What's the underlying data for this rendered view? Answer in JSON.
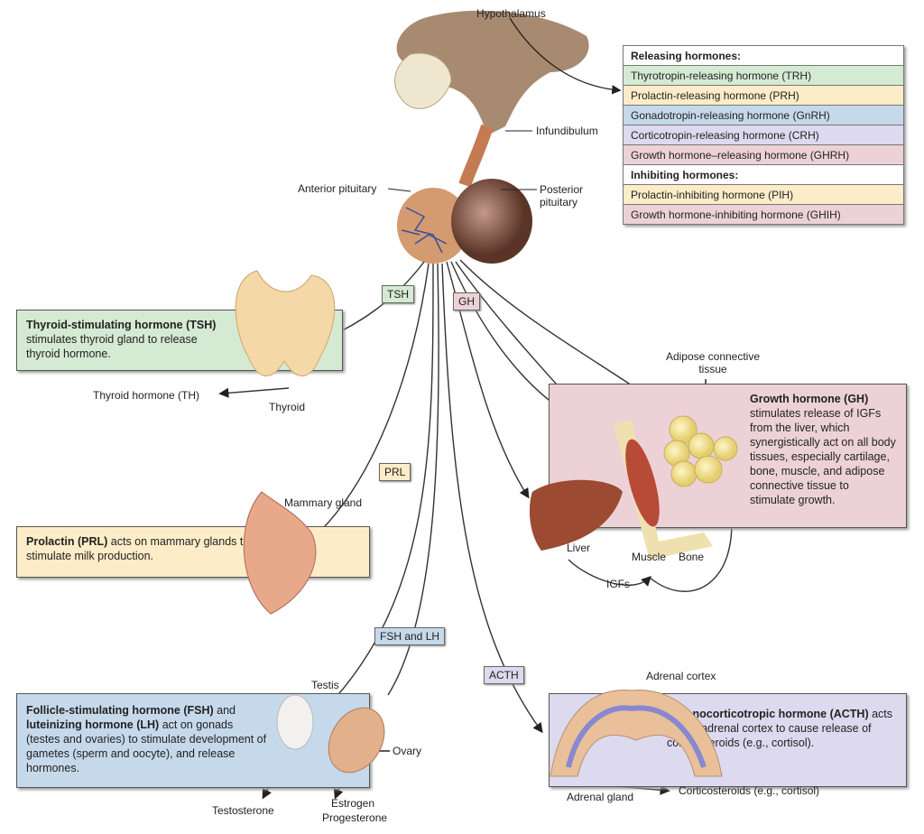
{
  "colors": {
    "green": "#d5ead2",
    "yellow": "#fcecc8",
    "blue": "#c5d9eb",
    "lavender": "#ddd9ee",
    "pink": "#ecd2d6",
    "white": "#ffffff"
  },
  "labels": {
    "hypothalamus": "Hypothalamus",
    "infundibulum": "Infundibulum",
    "anterior_pituitary": "Anterior pituitary",
    "posterior_pituitary": "Posterior pituitary",
    "thyroid_hormone": "Thyroid hormone (TH)",
    "thyroid": "Thyroid",
    "adipose": "Adipose connective tissue",
    "liver": "Liver",
    "muscle": "Muscle",
    "bone": "Bone",
    "igfs": "IGFs",
    "mammary_gland": "Mammary gland",
    "testis": "Testis",
    "ovary": "Ovary",
    "testosterone": "Testosterone",
    "estrogen": "Estrogen",
    "progesterone": "Progesterone",
    "adrenal_cortex": "Adrenal cortex",
    "adrenal_gland": "Adrenal gland",
    "corticosteroids": "Corticosteroids (e.g., cortisol)"
  },
  "tags": {
    "tsh": "TSH",
    "gh": "GH",
    "prl": "PRL",
    "fsh_lh": "FSH and LH",
    "acth": "ACTH"
  },
  "hormone_table": {
    "releasing_header": "Releasing hormones:",
    "releasing": [
      {
        "name": "Thyrotropin-releasing hormone (TRH)",
        "color": "#d5ead2"
      },
      {
        "name": "Prolactin-releasing hormone (PRH)",
        "color": "#fcecc8"
      },
      {
        "name": "Gonadotropin-releasing hormone (GnRH)",
        "color": "#c5d9eb"
      },
      {
        "name": "Corticotropin-releasing hormone (CRH)",
        "color": "#ddd9ee"
      },
      {
        "name": "Growth hormone–releasing hormone (GHRH)",
        "color": "#ecd2d6"
      }
    ],
    "inhibiting_header": "Inhibiting hormones:",
    "inhibiting": [
      {
        "name": "Prolactin-inhibiting hormone (PIH)",
        "color": "#fcecc8"
      },
      {
        "name": "Growth hormone-inhibiting hormone (GHIH)",
        "color": "#ecd2d6"
      }
    ]
  },
  "boxes": {
    "tsh": {
      "bold": "Thyroid-stimulating hormone (TSH)",
      "text": " stimulates thyroid gland to release thyroid hormone."
    },
    "gh": {
      "bold": "Growth hormone (GH)",
      "text": " stimulates release of IGFs from the liver, which synergistically act on all body tissues, especially cartilage, bone, muscle, and adipose connective tissue to stimulate growth."
    },
    "prl": {
      "bold": "Prolactin (PRL)",
      "text": " acts on mammary glands to stimulate milk production."
    },
    "fsh": {
      "bold1": "Follicle-stimulating hormone (FSH)",
      "mid": " and ",
      "bold2": "luteinizing hormone (LH)",
      "text": " act on gonads (testes and ovaries) to stimulate development of gametes (sperm and oocyte), and release hormones."
    },
    "acth": {
      "bold": "Adrenocorticotropic hormone (ACTH)",
      "text": " acts on the adrenal cortex to cause release of corticosteroids (e.g., cortisol)."
    }
  }
}
